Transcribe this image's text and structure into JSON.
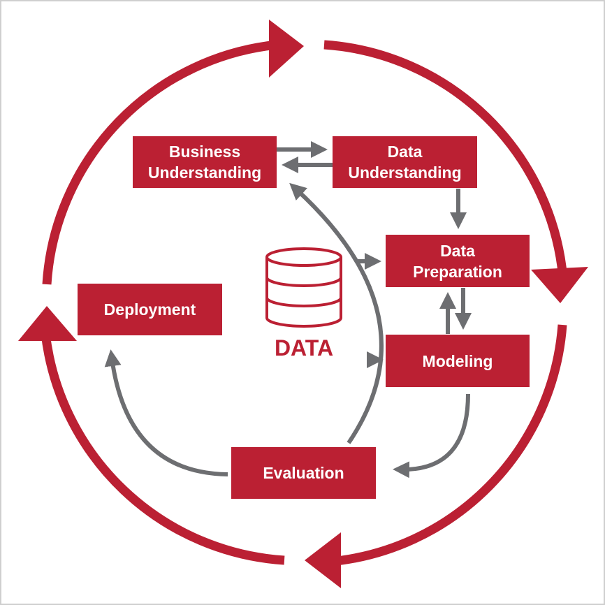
{
  "colors": {
    "accent": "#bb2033",
    "connector": "#6d6e71",
    "box_text": "#ffffff",
    "background": "#ffffff"
  },
  "diagram": {
    "phases": {
      "business_understanding": {
        "line1": "Business",
        "line2": "Understanding"
      },
      "data_understanding": {
        "line1": "Data",
        "line2": "Understanding"
      },
      "data_preparation": {
        "line1": "Data",
        "line2": "Preparation"
      },
      "modeling": {
        "line1": "Modeling"
      },
      "evaluation": {
        "line1": "Evaluation"
      },
      "deployment": {
        "line1": "Deployment"
      }
    },
    "center": {
      "icon": "database-icon",
      "label": "DATA"
    }
  }
}
